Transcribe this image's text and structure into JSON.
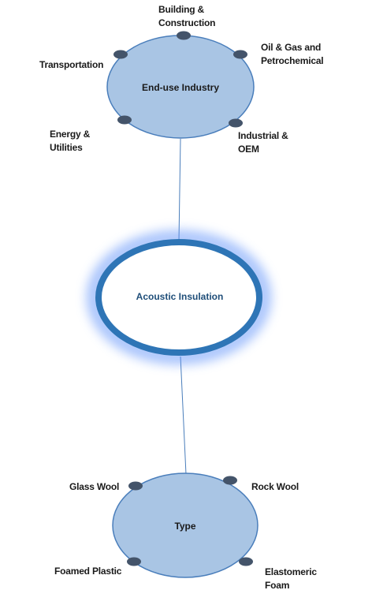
{
  "core": {
    "label": "Acoustic Insulation"
  },
  "end_use": {
    "label": "End-use Industry",
    "items": [
      {
        "label": "Building &\nConstruction"
      },
      {
        "label": "Oil & Gas and\nPetrochemical"
      },
      {
        "label": "Transportation"
      },
      {
        "label": "Energy &\nUtilities"
      },
      {
        "label": "Industrial &\nOEM"
      }
    ]
  },
  "type": {
    "label": "Type",
    "items": [
      {
        "label": "Glass Wool"
      },
      {
        "label": "Rock Wool"
      },
      {
        "label": "Foamed Plastic"
      },
      {
        "label": "Elastomeric\nFoam"
      }
    ]
  },
  "colors": {
    "node_fill": "#a9c5e4",
    "node_stroke": "#4a7ebb",
    "dot": "#44546a",
    "core_ring": "#2e75b6",
    "core_glow": "#5b8ff9",
    "core_text": "#1f4e79",
    "connector": "#4a7ebb"
  }
}
